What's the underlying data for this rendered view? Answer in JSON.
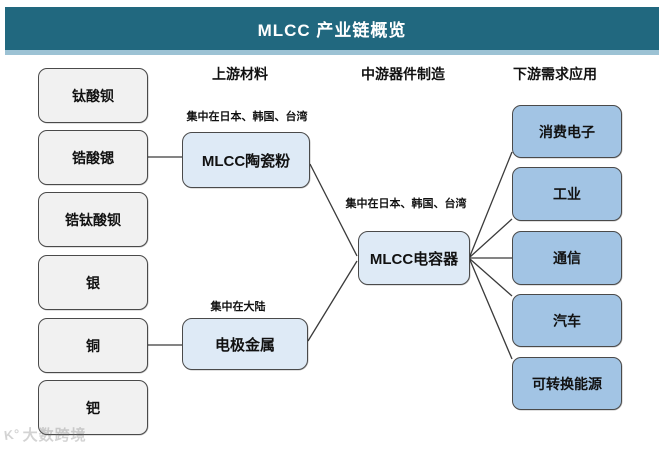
{
  "header": {
    "title": "MLCC 产业链概览",
    "bar_color": "#21687F",
    "accent_color": "#9CC2D4"
  },
  "columns": {
    "upstream": "上游材料",
    "midstream": "中游器件制造",
    "downstream": "下游需求应用"
  },
  "upstream_materials": [
    "钛酸钡",
    "锆酸锶",
    "锆钛酸钡",
    "银",
    "铜",
    "钯"
  ],
  "upstream_products": [
    {
      "label": "MLCC陶瓷粉",
      "note": "集中在日本、韩国、台湾"
    },
    {
      "label": "电极金属",
      "note": "集中在大陆"
    }
  ],
  "midstream_device": {
    "label": "MLCC电容器",
    "note": "集中在日本、韩国、台湾"
  },
  "downstream_applications": [
    "消费电子",
    "工业",
    "通信",
    "汽车",
    "可转换能源"
  ],
  "watermark": {
    "logo": "K°",
    "text": "大数跨境"
  },
  "colors": {
    "left_box": "#F1F1F1",
    "mid_box": "#DEEAF6",
    "right_box": "#A2C4E4",
    "line": "#3a3a3a"
  }
}
